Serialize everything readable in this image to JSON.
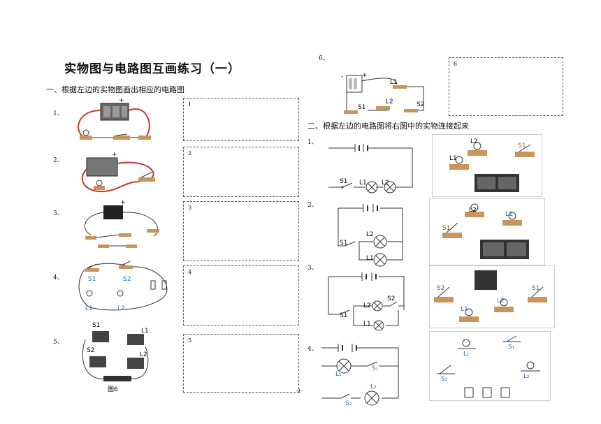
{
  "title": "实物图与电路图互画练习（一）",
  "section1": "一、根据左边的实物图画出相应的电路图",
  "section2": "二、根据左边的电路图将右图中的实物连接起来",
  "q_numbers": [
    "1、",
    "2、",
    "3、",
    "4、",
    "5、",
    "6、"
  ],
  "p2_numbers": [
    "1、",
    "2、",
    "3、",
    "4、"
  ],
  "box_labels": [
    "1",
    "2",
    "3",
    "4",
    "5",
    "6"
  ],
  "fig_caption": "图6",
  "page_number": "-1-",
  "labels": {
    "plus": "+",
    "minus": "-",
    "S1": "S1",
    "S2": "S2",
    "L1": "L1",
    "L2": "L2",
    "S1_sub": "S₁",
    "S2_sub": "S₂",
    "L1_sub": "L₁",
    "L2_sub": "L₂"
  },
  "colors": {
    "wire_red": "#c0392b",
    "label_blue": "#2a6fb0",
    "board": "#c9955a",
    "dashed": "#555555"
  }
}
